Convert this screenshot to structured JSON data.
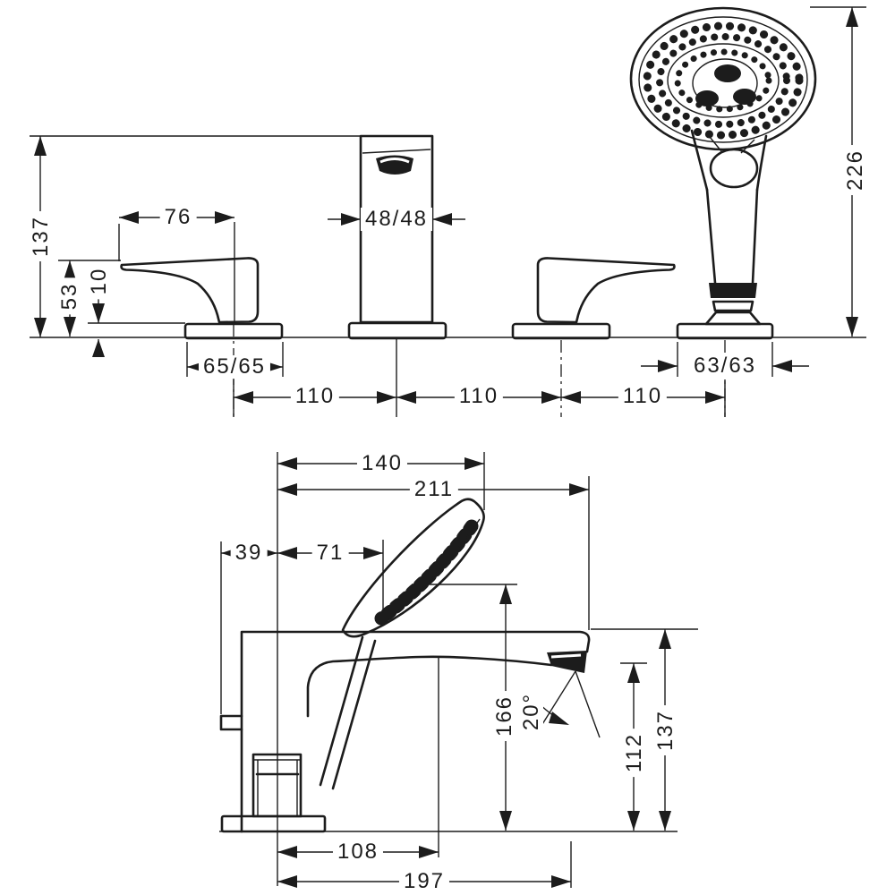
{
  "drawing": {
    "front_view": {
      "dims": {
        "total_height": "137",
        "handle_reach": "76",
        "handle_height": "53",
        "base_height": "10",
        "handle_plate": "65/65",
        "spout_body": "48/48",
        "spacing_left": "110",
        "spacing_middle": "110",
        "spacing_right": "110",
        "shower_plate": "63/63",
        "shower_height": "226"
      }
    },
    "side_view": {
      "dims": {
        "reach_inner": "140",
        "reach_total": "211",
        "offset_back": "39",
        "offset_front": "71",
        "shower_clearance": "166",
        "spout_angle": "20°",
        "outlet_height": "112",
        "total_height": "137",
        "depth_inner": "108",
        "depth_total": "197"
      }
    }
  }
}
